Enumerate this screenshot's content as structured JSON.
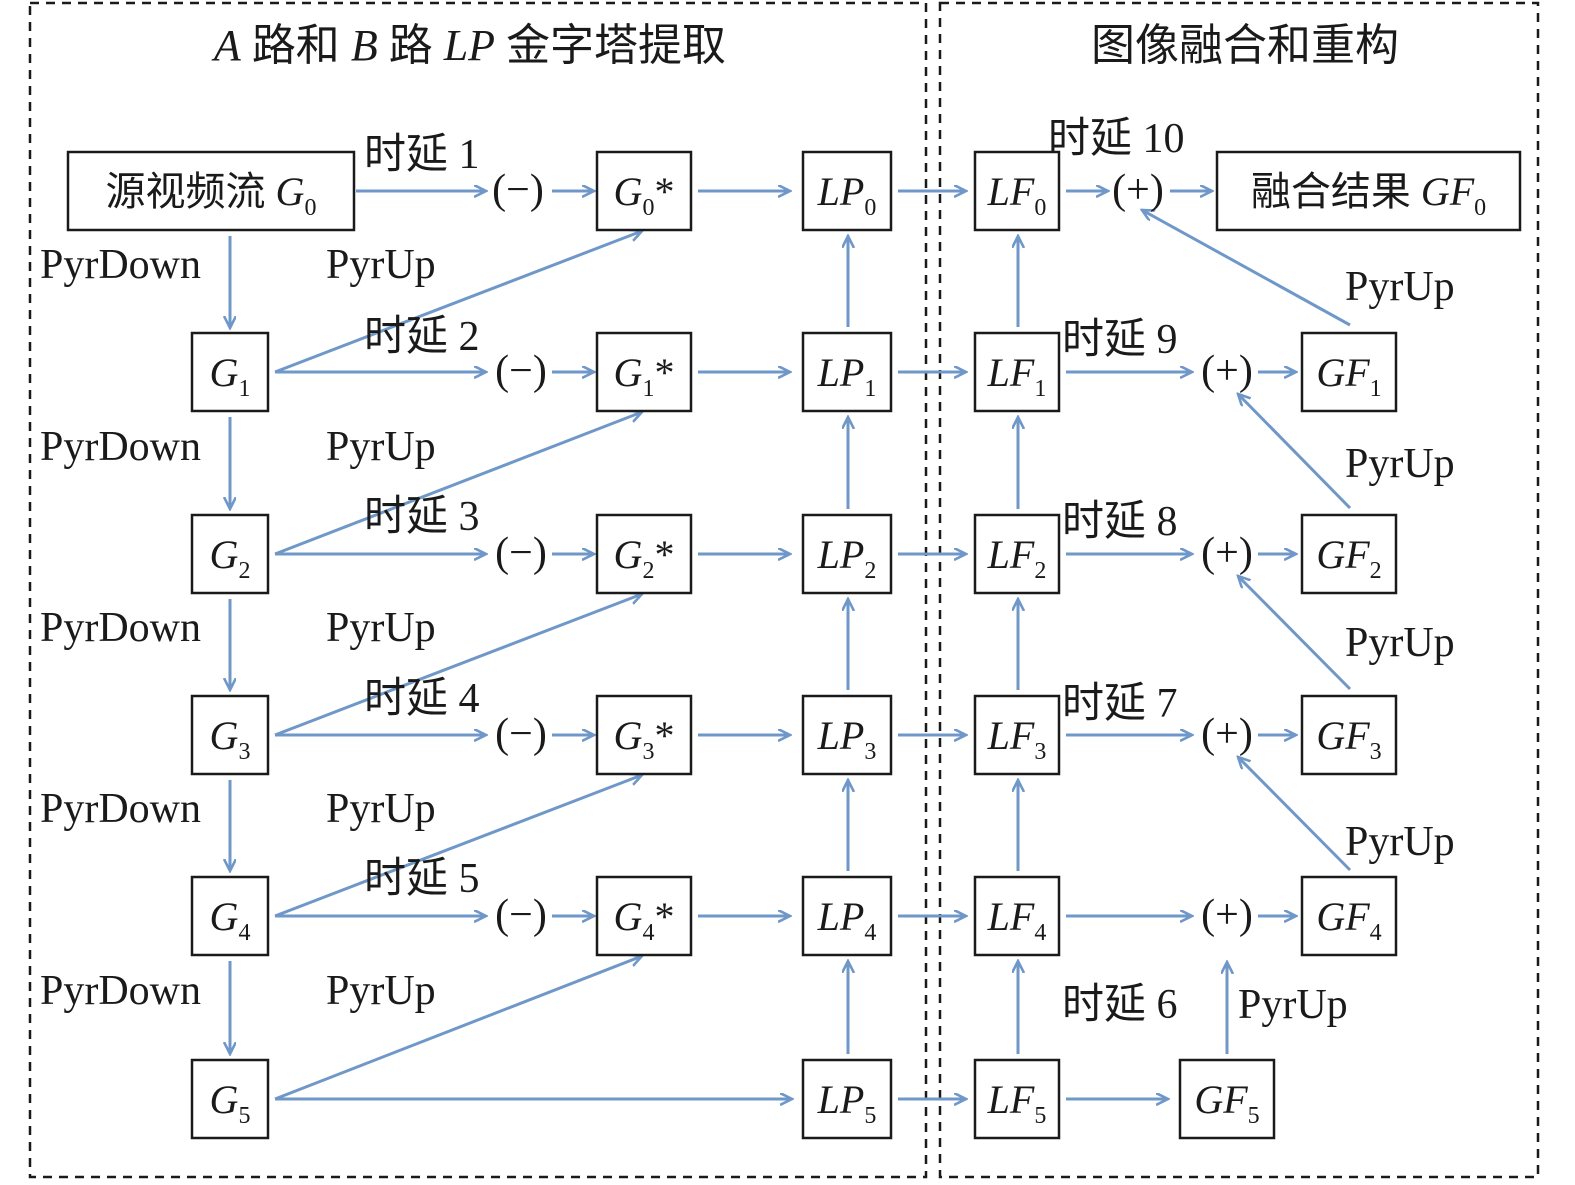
{
  "sections": {
    "left_title": {
      "italic_a": "A",
      "text_1": " 路和 ",
      "italic_b": "B",
      "text_2": " 路 ",
      "italic_lp": "LP",
      "text_3": " 金字塔提取"
    },
    "right_title": "图像融合和重构"
  },
  "labels": {
    "pyrdown": "PyrDown",
    "pyrup": "PyrUp",
    "delay_1": "时延 1",
    "delay_2": "时延 2",
    "delay_3": "时延 3",
    "delay_4": "时延 4",
    "delay_5": "时延 5",
    "delay_6": "时延 6",
    "delay_7": "时延 7",
    "delay_8": "时延 8",
    "delay_9": "时延 9",
    "delay_10": "时延 10",
    "minus": "(−)",
    "plus": "(+)"
  },
  "nodes": {
    "source": {
      "prefix": "源视频流 ",
      "var": "G",
      "sub": "0"
    },
    "result": {
      "prefix": "融合结果 ",
      "var": "GF",
      "sub": "0"
    },
    "g": [
      "G",
      "G",
      "G",
      "G",
      "G",
      "G"
    ],
    "g_sub": [
      "0",
      "1",
      "2",
      "3",
      "4",
      "5"
    ],
    "gstar_suffix": "*",
    "lp": "LP",
    "lf": "LF",
    "gf": "GF"
  },
  "colors": {
    "arrow": "#6f98c8",
    "frame": "#1a1a1a"
  }
}
